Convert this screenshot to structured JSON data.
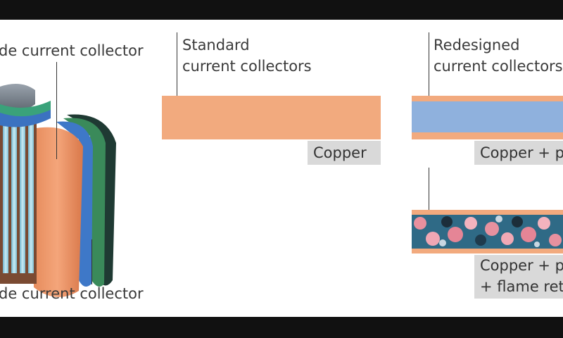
{
  "labels": {
    "top_collector": "de current collector",
    "bottom_collector": "de current collector",
    "standard_line1": "Standard",
    "standard_line2": "current collectors",
    "redesigned_line1": "Redesigned",
    "redesigned_line2": "current collectors",
    "copper": "Copper",
    "copper_polymer": "Copper + p",
    "copper_polymer_flame_line1": "Copper + p",
    "copper_polymer_flame_line2": "+ flame ret"
  },
  "colors": {
    "copper": "#f2aa7e",
    "polymer": "#8fb1dd",
    "tag_bg": "#d9d9d9",
    "letterbox": "#111111"
  }
}
